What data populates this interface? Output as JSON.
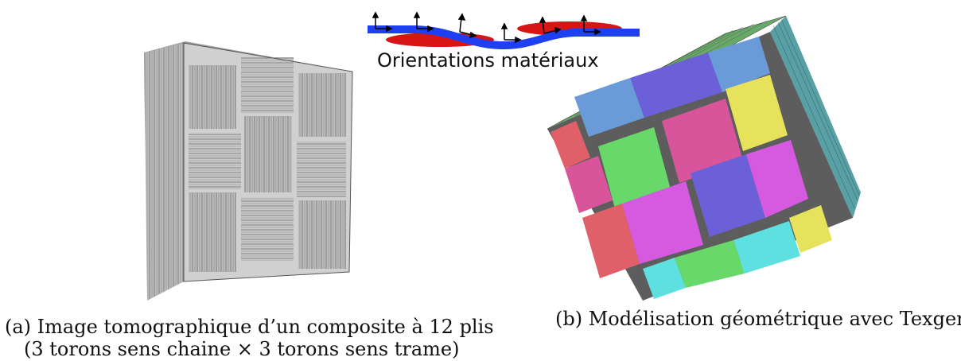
{
  "figure": {
    "inset_label": "Orientations matériaux",
    "caption_a_line1": "(a) Image tomographique d’un composite à 12 plis",
    "caption_a_line2": "(3 torons sens chaine × 3 torons sens trame)",
    "caption_b": "(b) Modélisation géométrique avec Texgen"
  },
  "colors": {
    "strand_blue": "#1f3ff2",
    "strand_red": "#d81515",
    "tile_red": "#e0606a",
    "tile_blue": "#6a9bd8",
    "tile_violet": "#6b60d8",
    "tile_green": "#68d86a",
    "tile_pink": "#d8559c",
    "tile_magenta": "#d65ae0",
    "tile_yellow": "#e6e25c",
    "tile_cyan": "#5ee0e0"
  },
  "icons": [
    "arrow-icon"
  ]
}
